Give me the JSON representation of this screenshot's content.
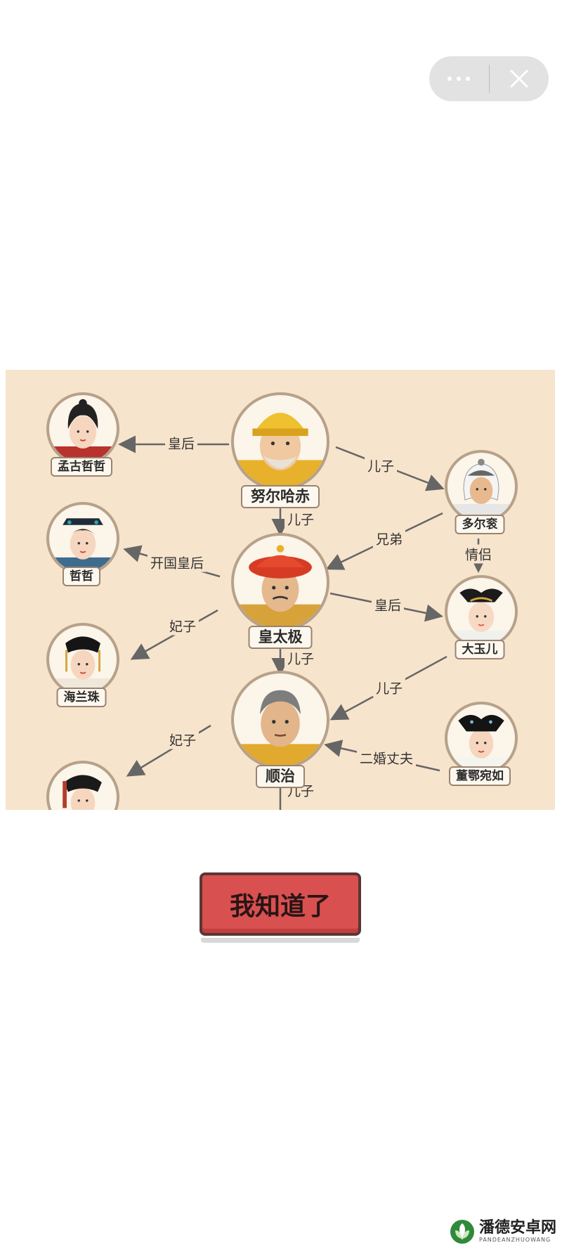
{
  "capsule": {
    "more_icon": "more-dots-icon",
    "close_icon": "close-icon"
  },
  "chart": {
    "people": {
      "nurhaci": "努尔哈赤",
      "menggu_zhezhe": "孟古哲哲",
      "dorgon": "多尔衮",
      "zhezhe": "哲哲",
      "huangtaiji": "皇太极",
      "dayuer": "大玉儿",
      "hailanzhu": "海兰珠",
      "shunzhi": "顺治",
      "dongge_wanru": "董鄂宛如"
    },
    "relations": {
      "nurhaci_menggu": "皇后",
      "nurhaci_dorgon": "儿子",
      "nurhaci_huangtaiji": "儿子",
      "dorgon_huangtaiji": "兄弟",
      "dorgon_dayuer": "情侣",
      "huangtaiji_zhezhe": "开国皇后",
      "huangtaiji_dayuer": "皇后",
      "huangtaiji_hailanzhu": "妃子",
      "huangtaiji_shunzhi": "儿子",
      "dayuer_shunzhi": "儿子",
      "shunzhi_consort": "妃子",
      "dongge_shunzhi": "二婚丈夫",
      "shunzhi_next": "儿子"
    }
  },
  "button": {
    "label": "我知道了"
  },
  "watermark": {
    "title": "潘德安卓网",
    "subtitle": "PANDEANZHUOWANG"
  },
  "colors": {
    "panel": "#f7e4cc",
    "button": "#d95050",
    "border": "#b7a189"
  }
}
